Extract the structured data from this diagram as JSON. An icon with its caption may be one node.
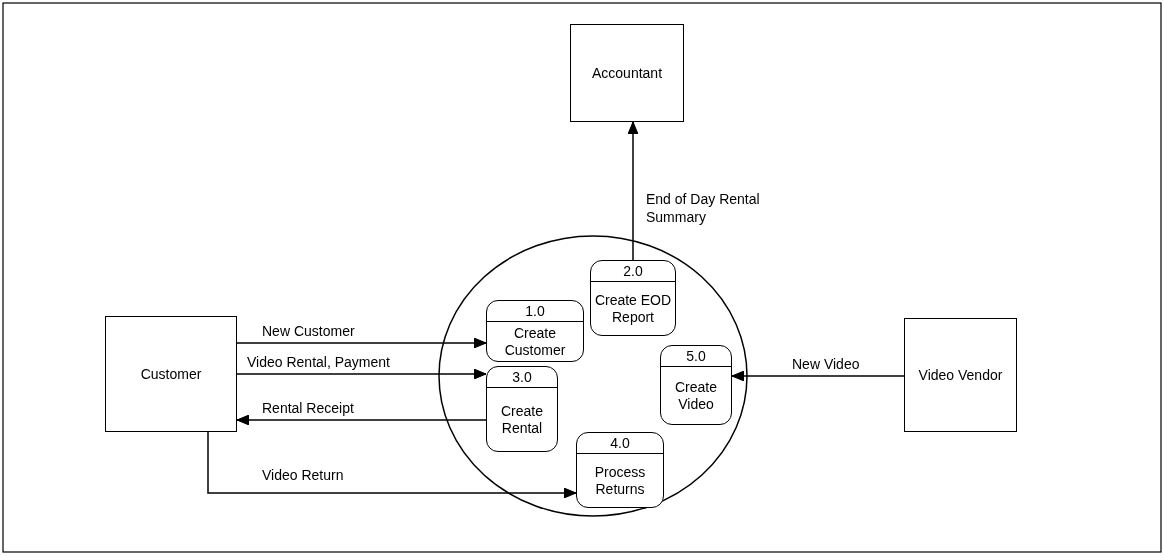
{
  "diagram": {
    "nodes": [
      {
        "text": [
          "Accountant"
        ]
      },
      {
        "text": [
          "Customer"
        ]
      },
      {
        "text": [],
        "shape": "circle"
      },
      {
        "text": [
          "1.0",
          "Create Customer"
        ],
        "in": 2
      },
      {
        "text": [
          "2.0",
          "Create EOD Report"
        ],
        "in": 2
      },
      {
        "text": [
          "3.0",
          "Create Rental"
        ],
        "in": 2
      },
      {
        "text": [
          "4.0",
          "Process Returns"
        ],
        "in": 2
      },
      {
        "text": [
          "5.0",
          "Create Video"
        ],
        "in": 2
      },
      {
        "text": [
          "Video Vendor"
        ]
      }
    ],
    "edges": [
      {
        "from": 1,
        "to": 3,
        "arrow": "to",
        "label": "New Customer"
      },
      {
        "from": 1,
        "to": 5,
        "arrow": "to",
        "label": "Video Rental, Payment"
      },
      {
        "from": 5,
        "to": 1,
        "arrow": "to",
        "label": "Rental Receipt"
      },
      {
        "from": 1,
        "to": 6,
        "arrow": "to",
        "label": "Video Return"
      },
      {
        "from": 8,
        "to": 7,
        "arrow": "to",
        "label": "New Video"
      },
      {
        "from": 4,
        "to": 0,
        "arrow": "to",
        "label": "End of Day Rental Summary"
      }
    ]
  }
}
